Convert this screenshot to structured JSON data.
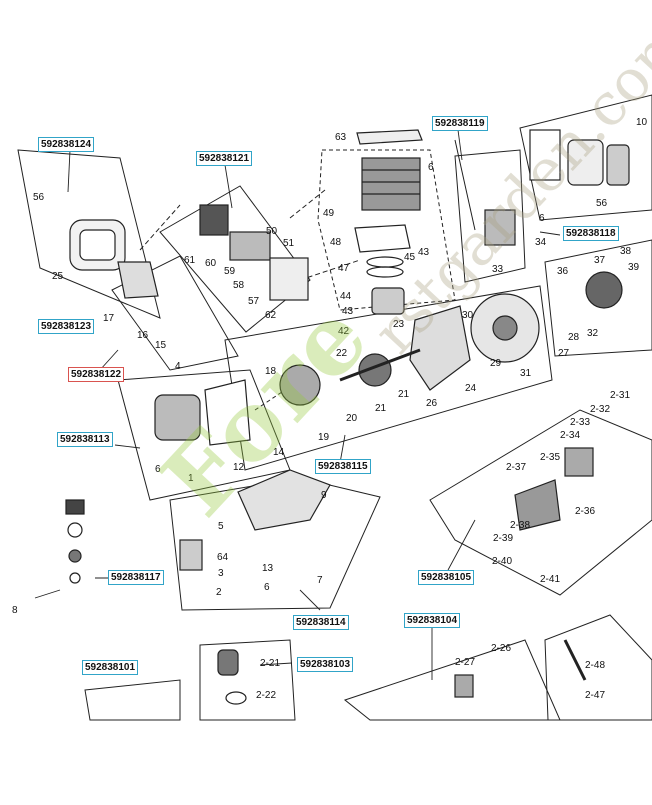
{
  "colors": {
    "box_border": "#31a4c8",
    "box_highlight": "#d9534f",
    "line": "#222222",
    "watermark": "#96c83c"
  },
  "watermark": {
    "main": "Fore",
    "tail": "rstgarden.com"
  },
  "assemblies": [
    {
      "id": "a124",
      "label": "592838124"
    },
    {
      "id": "a121",
      "label": "592838121"
    },
    {
      "id": "a119",
      "label": "592838119"
    },
    {
      "id": "a118",
      "label": "592838118"
    },
    {
      "id": "a123",
      "label": "592838123"
    },
    {
      "id": "a122",
      "label": "592838122",
      "highlight": true
    },
    {
      "id": "a113",
      "label": "592838113"
    },
    {
      "id": "a115",
      "label": "592838115"
    },
    {
      "id": "a117",
      "label": "592838117"
    },
    {
      "id": "a114",
      "label": "592838114"
    },
    {
      "id": "a105",
      "label": "592838105"
    },
    {
      "id": "a104",
      "label": "592838104"
    },
    {
      "id": "a101",
      "label": "592838101"
    },
    {
      "id": "a103",
      "label": "592838103"
    }
  ],
  "parts": [
    "63",
    "6",
    "49",
    "48",
    "47",
    "45",
    "43",
    "44",
    "42",
    "43",
    "22",
    "23",
    "24",
    "30",
    "29",
    "31",
    "26",
    "21",
    "20",
    "21",
    "56",
    "25",
    "17",
    "16",
    "15",
    "4",
    "61",
    "60",
    "59",
    "58",
    "57",
    "62",
    "50",
    "51",
    "56",
    "6",
    "34",
    "33",
    "10",
    "36",
    "37",
    "38",
    "39",
    "28",
    "27",
    "32",
    "18",
    "19",
    "14",
    "12",
    "6",
    "1",
    "5",
    "64",
    "3",
    "2",
    "13",
    "6",
    "9",
    "7",
    "8",
    "2-31",
    "2-32",
    "2-33",
    "2-34",
    "2-35",
    "2-37",
    "2-36",
    "2-38",
    "2-39",
    "2-40",
    "2-41",
    "2-27",
    "2-26",
    "2-21",
    "2-22",
    "2-48",
    "2-47"
  ]
}
